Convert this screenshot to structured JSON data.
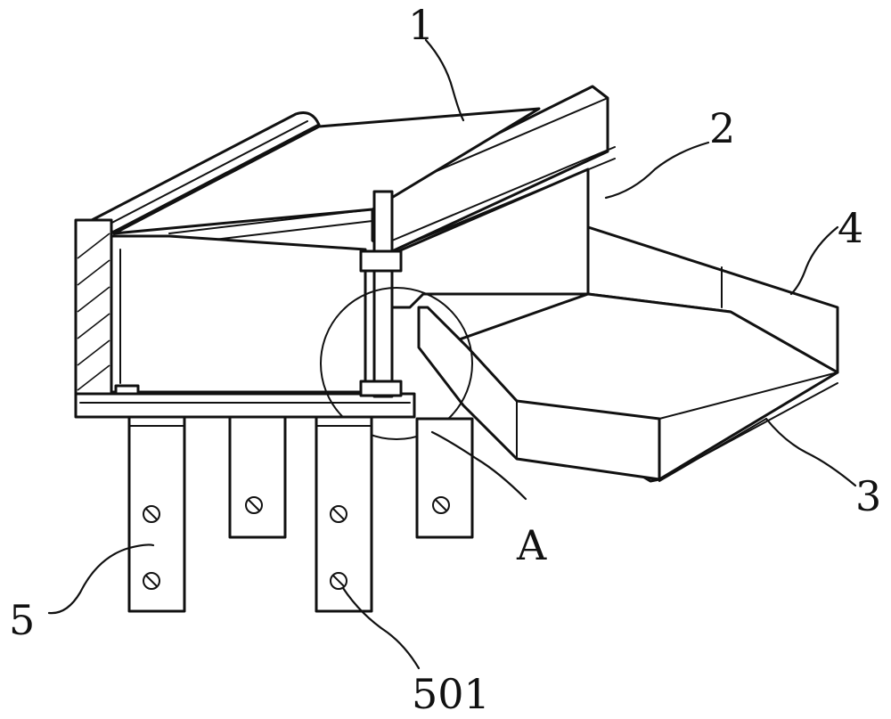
{
  "labels": {
    "part_1": "1",
    "part_2": "2",
    "part_3": "3",
    "part_4": "4",
    "part_5": "5",
    "part_501": "501",
    "detail_A": "A"
  }
}
